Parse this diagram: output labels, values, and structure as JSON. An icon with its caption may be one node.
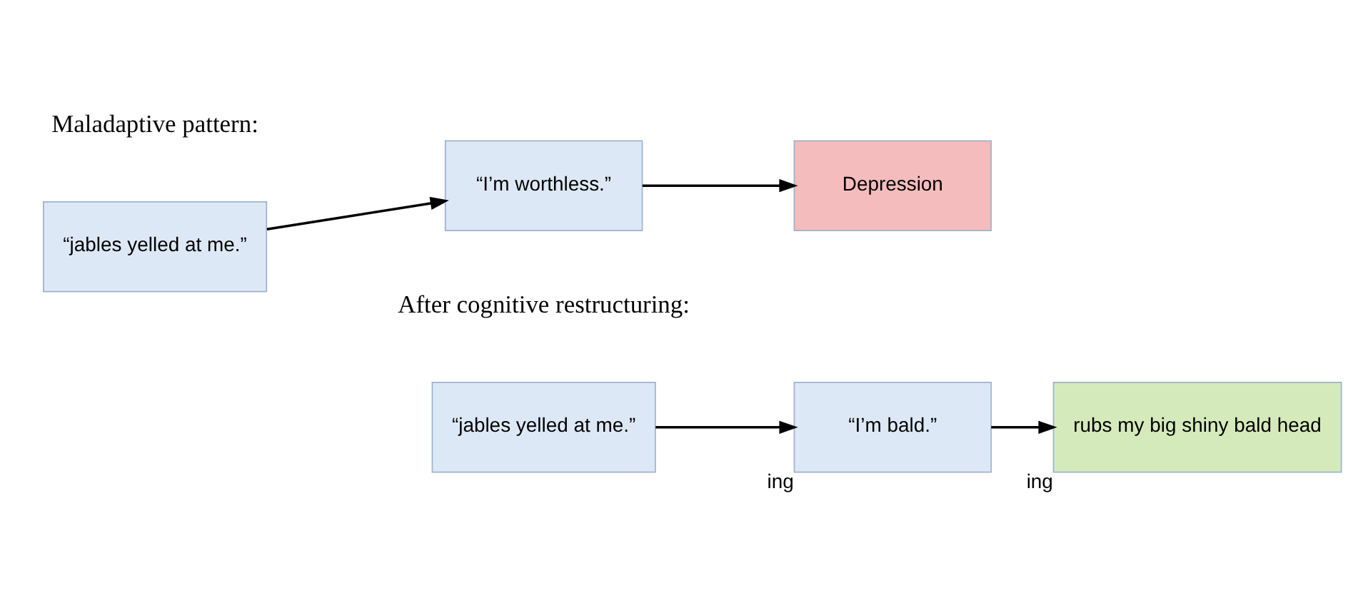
{
  "diagram": {
    "nodes": [
      {
        "text": [
          "“jables yelled at me.”"
        ]
      },
      {
        "text": [
          "“I’m worthless.”"
        ]
      },
      {
        "text": [
          "Depression"
        ]
      },
      {
        "text": [
          "“jables yelled at me.”"
        ]
      },
      {
        "text": [
          "“I’m bald.”"
        ],
        "beside": [
          "ing"
        ]
      },
      {
        "text": [
          "rubs my big shiny bald head"
        ],
        "beside": [
          "ing"
        ]
      }
    ],
    "edges": [
      {
        "from": 0,
        "to": 1,
        "arrow": "to"
      },
      {
        "from": 1,
        "to": 2,
        "arrow": "to"
      },
      {
        "from": 3,
        "to": 4,
        "arrow": "to"
      },
      {
        "from": 4,
        "to": 5,
        "arrow": "to"
      }
    ],
    "labels": [
      "Maladaptive pattern:",
      "After cognitive restructuring:"
    ]
  }
}
